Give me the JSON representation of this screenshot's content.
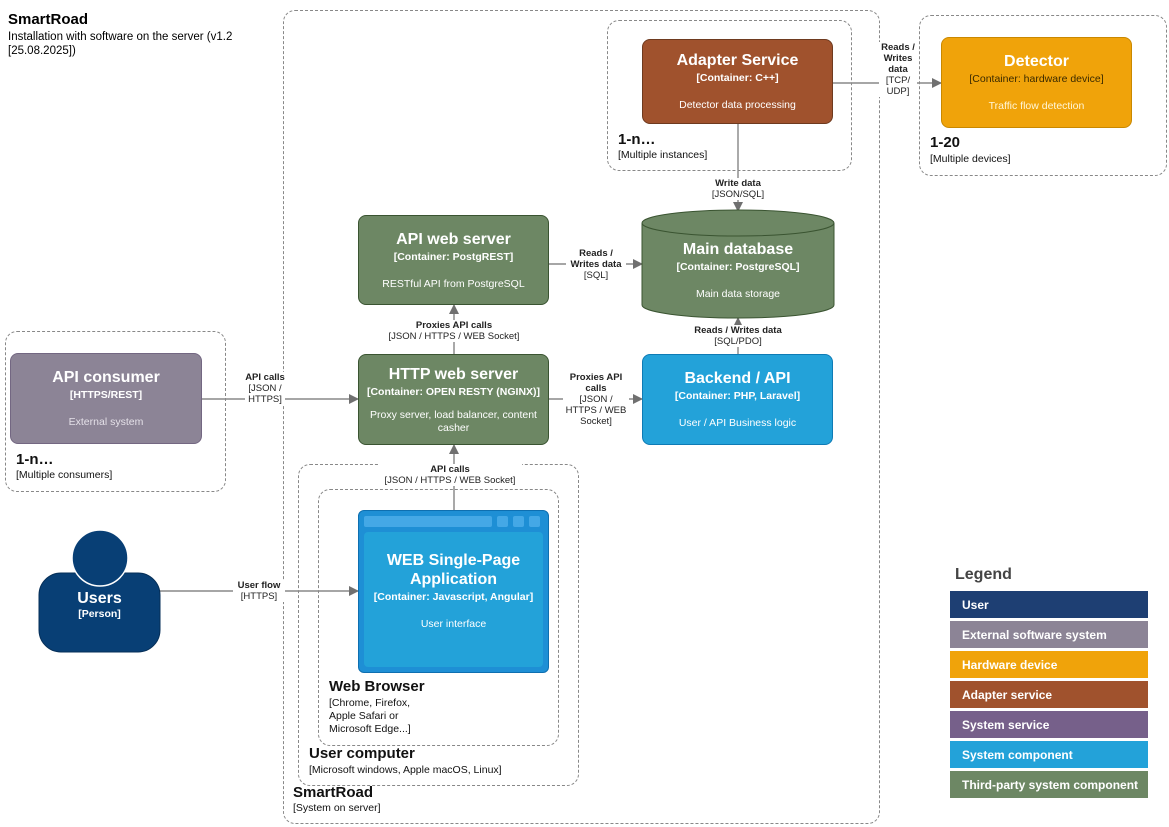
{
  "title": {
    "name": "SmartRoad",
    "subtitle": "Installation with software on the server (v1.2 [25.08.2025])"
  },
  "boundaries": {
    "system": {
      "name": "SmartRoad",
      "desc": "[System on server]"
    },
    "adapter_group": {
      "name": "1-n…",
      "desc": "[Multiple instances]"
    },
    "detector_group": {
      "name": "1-20",
      "desc": "[Multiple devices]"
    },
    "consumer_group": {
      "name": "1-n…",
      "desc": "[Multiple consumers]"
    },
    "user_computer": {
      "name": "User computer",
      "desc": "[Microsoft windows, Apple macOS, Linux]"
    },
    "web_browser": {
      "name": "Web Browser",
      "desc": "[Chrome, Firefox, Apple Safari or Microsoft Edge...]"
    }
  },
  "nodes": {
    "adapter": {
      "title": "Adapter Service",
      "type": "[Container: C++]",
      "desc": "Detector data processing",
      "color": "#A0522D"
    },
    "detector": {
      "title": "Detector",
      "type": "[Container: hardware device]",
      "desc": "Traffic flow detection",
      "color": "#F0A30A"
    },
    "api_server": {
      "title": "API web server",
      "type": "[Container: PostgREST]",
      "desc": "RESTful API from PostgreSQL",
      "color": "#6D8764"
    },
    "database": {
      "title": "Main database",
      "type": "[Container: PostgreSQL]",
      "desc": "Main data storage",
      "color": "#6D8764"
    },
    "http_server": {
      "title": "HTTP web server",
      "type": "[Container: OPEN RESTY (NGINX)]",
      "desc": "Proxy server, load balancer, content casher",
      "color": "#6D8764"
    },
    "backend": {
      "title": "Backend / API",
      "type": "[Container: PHP, Laravel]",
      "desc": "User / API Business logic",
      "color": "#23A2D9"
    },
    "api_consumer": {
      "title": "API consumer",
      "type": "[HTTPS/REST]",
      "desc": "External system",
      "color": "#8C8496"
    },
    "spa": {
      "title": "WEB Single-Page Application",
      "type": "[Container: Javascript, Angular]",
      "desc": "User interface",
      "color": "#1E8FD5"
    },
    "users": {
      "title": "Users",
      "type": "[Person]",
      "color": "#083F75"
    }
  },
  "edges": {
    "adapter_detector": {
      "label": "Reads / Writes data",
      "tech": "[TCP/ UDP]"
    },
    "adapter_db": {
      "label": "Write data",
      "tech": "[JSON/SQL]"
    },
    "api_db": {
      "label": "Reads / Writes data",
      "tech": "[SQL]"
    },
    "http_api": {
      "label": "Proxies API calls",
      "tech": "[JSON / HTTPS / WEB Socket]"
    },
    "db_backend": {
      "label": "Reads / Writes data",
      "tech": "[SQL/PDO]"
    },
    "http_backend": {
      "label": "Proxies API calls",
      "tech": "[JSON / HTTPS / WEB Socket]"
    },
    "consumer_http": {
      "label": "API calls",
      "tech": "[JSON / HTTPS]"
    },
    "spa_http": {
      "label": "API calls",
      "tech": "[JSON / HTTPS / WEB Socket]"
    },
    "users_spa": {
      "label": "User flow",
      "tech": "[HTTPS]"
    }
  },
  "legend": {
    "title": "Legend",
    "items": [
      {
        "label": "User",
        "color": "#1E3F73"
      },
      {
        "label": "External software system",
        "color": "#8C8496"
      },
      {
        "label": "Hardware device",
        "color": "#F0A30A"
      },
      {
        "label": "Adapter service",
        "color": "#A0522D"
      },
      {
        "label": "System service",
        "color": "#76608A"
      },
      {
        "label": "System component",
        "color": "#23A2D9"
      },
      {
        "label": "Third-party system component",
        "color": "#6D8764"
      }
    ]
  }
}
